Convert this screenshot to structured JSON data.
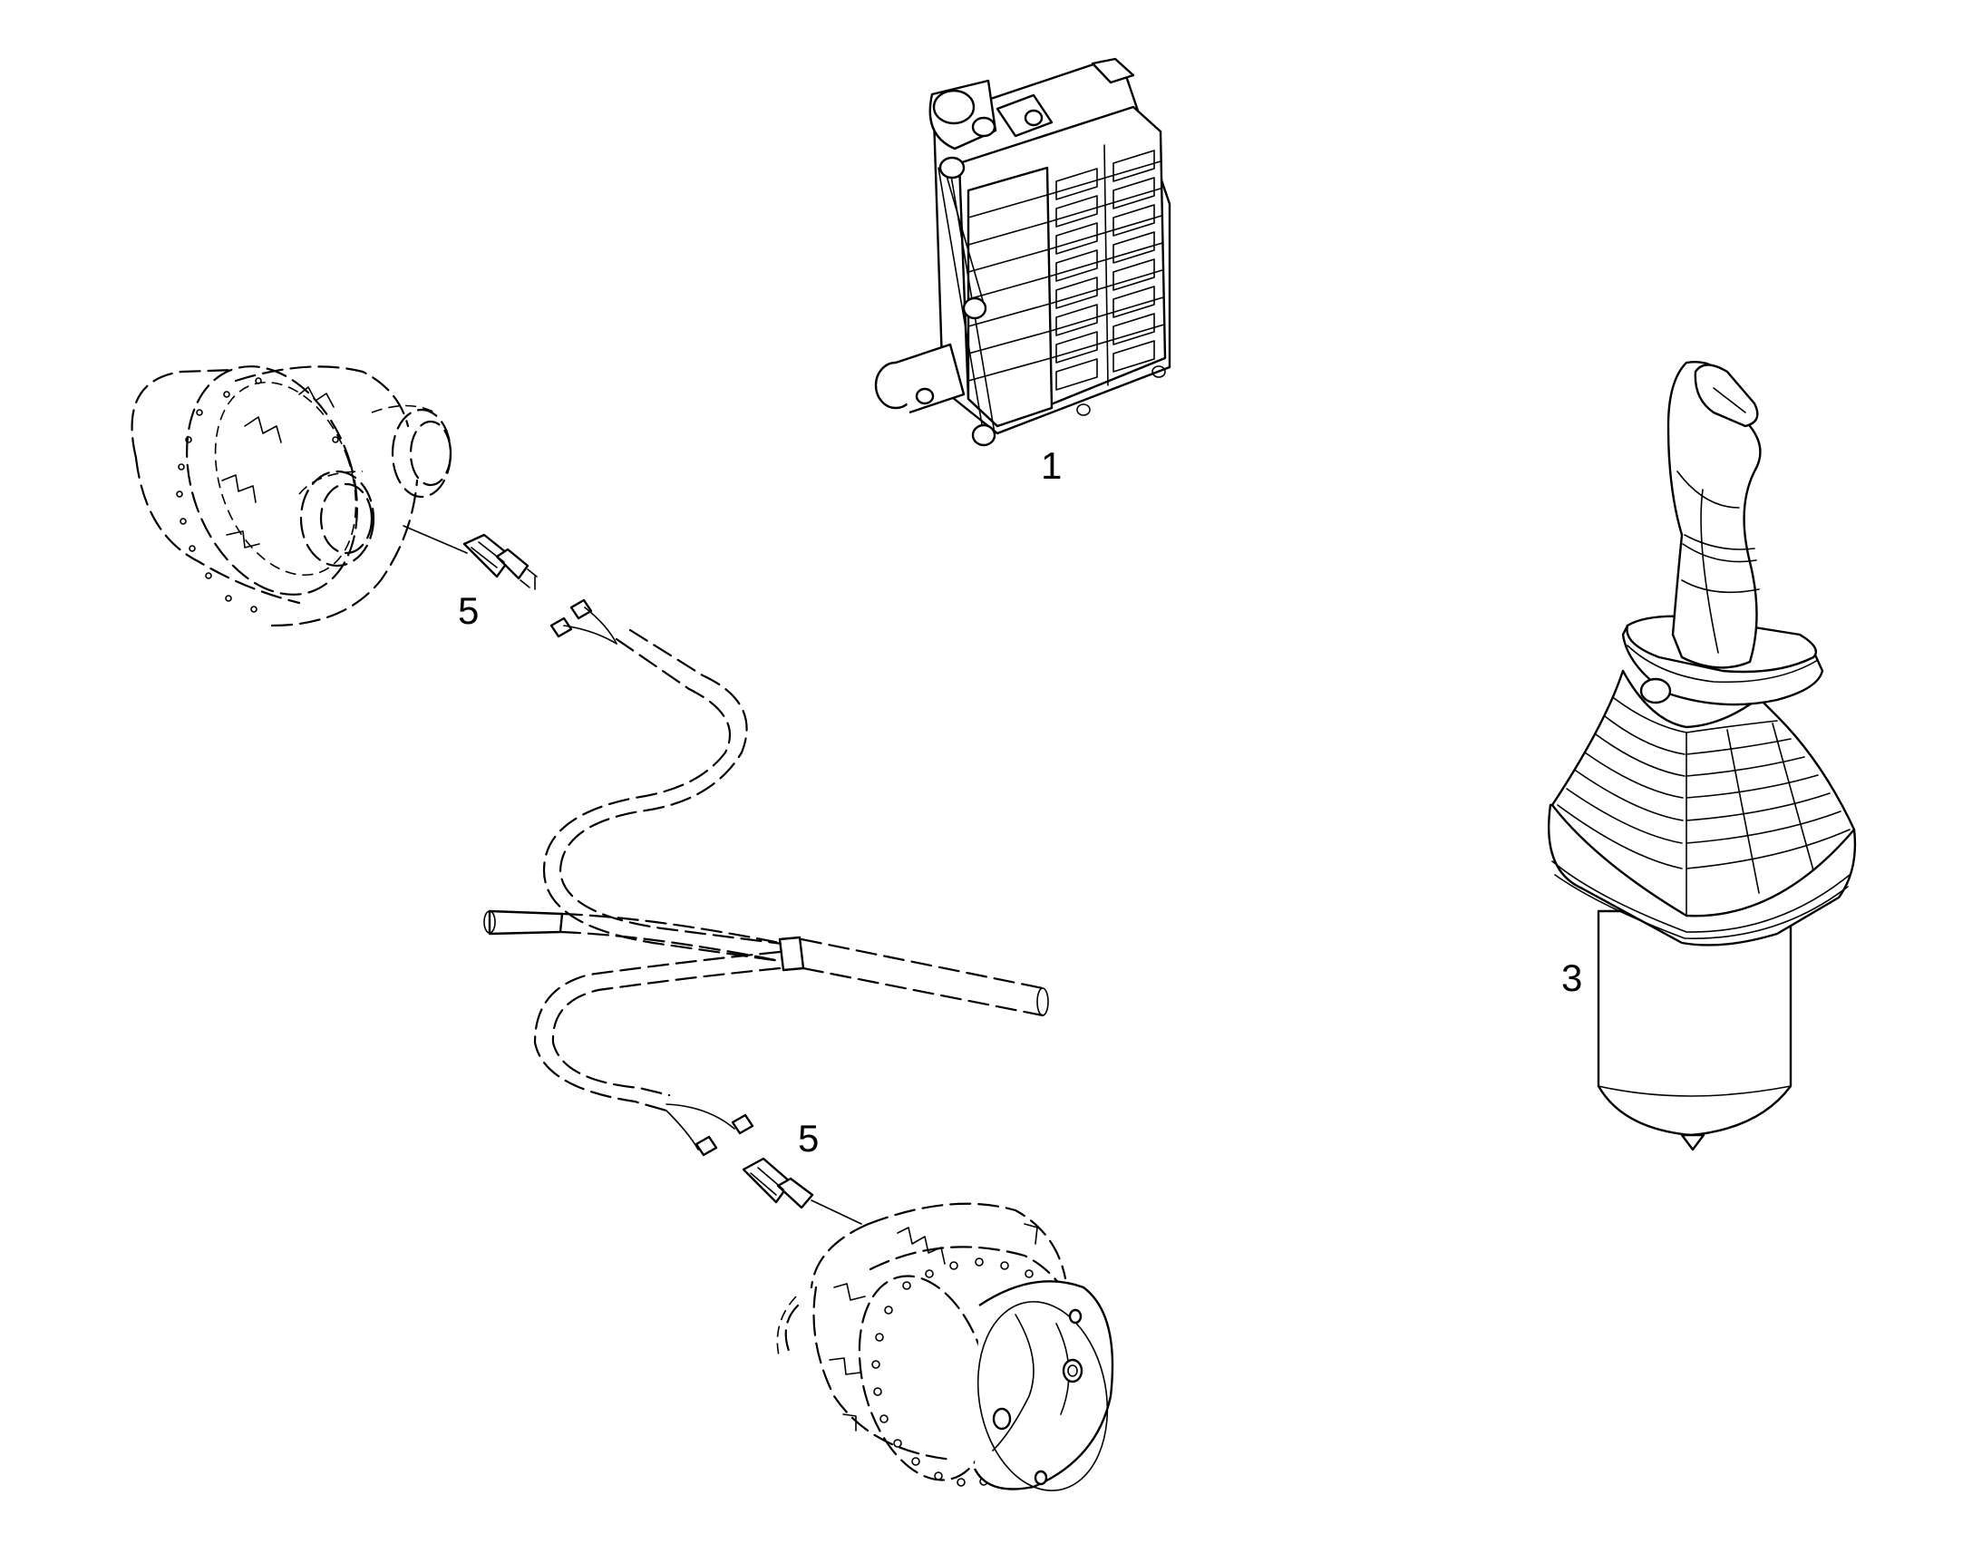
{
  "callouts": {
    "control_unit": "1",
    "joystick": "3",
    "sensor_upper": "5",
    "sensor_lower": "5"
  }
}
